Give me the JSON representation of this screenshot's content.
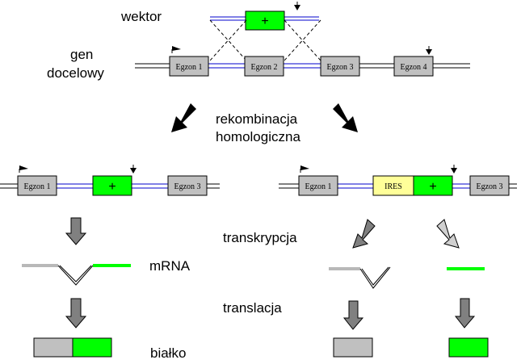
{
  "labels": {
    "vector": "wektor",
    "target_gene_1": "gen",
    "target_gene_2": "docelowy",
    "recombination_1": "rekombinacja",
    "recombination_2": "homologiczna",
    "transcription": "transkrypcja",
    "mrna": "mRNA",
    "translation": "translacja",
    "protein": "białko"
  },
  "exons": {
    "e1": "Egzon 1",
    "e2": "Egzon 2",
    "e3": "Egzon 3",
    "e4": "Egzon 4"
  },
  "ires": "IRES",
  "plus": "+",
  "colors": {
    "exon_fill": "#c0c0c0",
    "marker_green": "#00ff00",
    "ires_yellow": "#ffff99",
    "blue_line": "#0000cc",
    "arrow_dark": "#808080",
    "arrow_light": "#d0d0d0",
    "mrna_grey": "#b8b8b8"
  }
}
